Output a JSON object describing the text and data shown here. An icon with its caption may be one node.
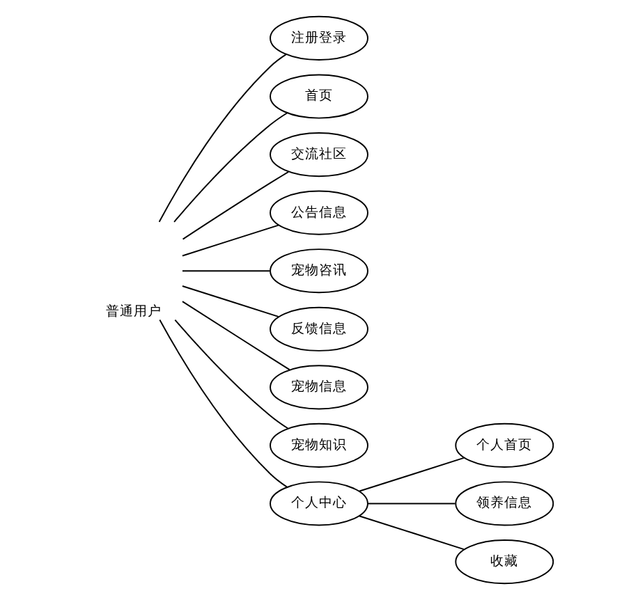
{
  "diagram": {
    "nodes": [
      {
        "text": [
          "普通用户"
        ]
      },
      {
        "text": [
          "注册登录"
        ]
      },
      {
        "text": [
          "首页"
        ]
      },
      {
        "text": [
          "交流社区"
        ]
      },
      {
        "text": [
          "公告信息"
        ]
      },
      {
        "text": [
          "宠物咨讯"
        ]
      },
      {
        "text": [
          "反馈信息"
        ]
      },
      {
        "text": [
          "宠物信息"
        ]
      },
      {
        "text": [
          "宠物知识"
        ]
      },
      {
        "text": [
          "个人中心"
        ]
      },
      {
        "text": [
          "个人首页"
        ]
      },
      {
        "text": [
          "领养信息"
        ]
      },
      {
        "text": [
          "收藏"
        ]
      }
    ],
    "edges": [
      {
        "from": 0,
        "to": 1,
        "arrow": "none"
      },
      {
        "from": 0,
        "to": 2,
        "arrow": "none"
      },
      {
        "from": 0,
        "to": 3,
        "arrow": "none"
      },
      {
        "from": 0,
        "to": 4,
        "arrow": "none"
      },
      {
        "from": 0,
        "to": 5,
        "arrow": "none"
      },
      {
        "from": 0,
        "to": 6,
        "arrow": "none"
      },
      {
        "from": 0,
        "to": 7,
        "arrow": "none"
      },
      {
        "from": 0,
        "to": 8,
        "arrow": "none"
      },
      {
        "from": 0,
        "to": 9,
        "arrow": "none"
      },
      {
        "from": 9,
        "to": 10,
        "arrow": "none"
      },
      {
        "from": 9,
        "to": 11,
        "arrow": "none"
      },
      {
        "from": 9,
        "to": 12,
        "arrow": "none"
      }
    ]
  }
}
